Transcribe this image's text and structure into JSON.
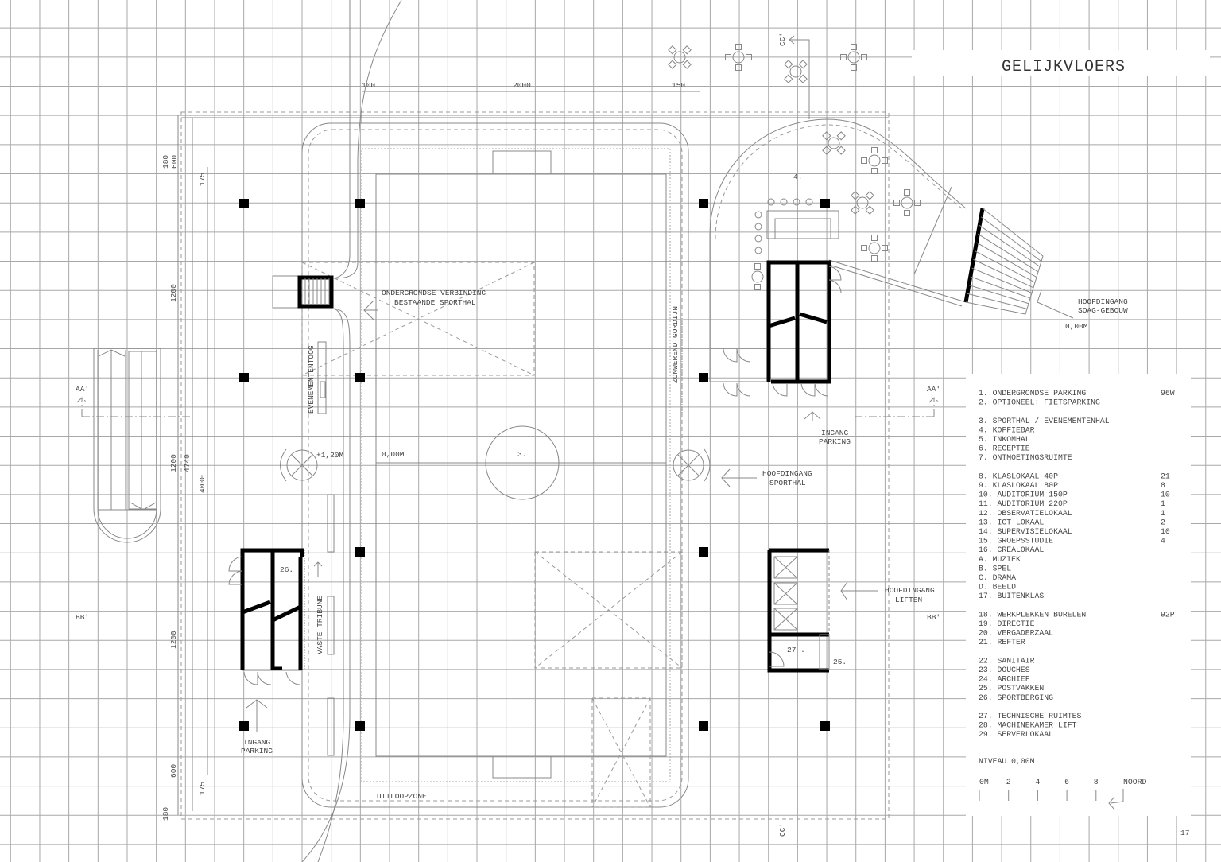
{
  "title": "GELIJKVLOERS",
  "page_number": "17",
  "dimensions": {
    "top": [
      "100",
      "2000",
      "150"
    ],
    "left": [
      "180",
      "600",
      "175",
      "1200",
      "1200",
      "4740",
      "4000",
      "1200",
      "600",
      "175",
      "180"
    ]
  },
  "sections": {
    "aa": "AA'",
    "bb": "BB'",
    "cc": "CC'"
  },
  "room_numbers": {
    "sporthal": "3.",
    "koffiebar": "4.",
    "sportberging": "26.",
    "technisch": "27 .",
    "postvakken": "25."
  },
  "labels": {
    "ondergronds_1": "ONDERGRONDSE VERBINDING",
    "ondergronds_2": "BESTAANDE SPORTHAL",
    "evenemententoog": "EVENEMENTENTOOG",
    "vaste_tribune": "VASTE TRIBUNE",
    "zonwerend_gordijn": "ZONWEREND GORDIJN",
    "uitloopzone": "UITLOOPZONE",
    "level_plus": "+1,20M",
    "level_hall": "0,00M",
    "level_entrance": "0,00M",
    "hoofdingang_sporthal_1": "HOOFDINGANG",
    "hoofdingang_sporthal_2": "SPORTHAL",
    "ingang_parking_1": "INGANG",
    "ingang_parking_2": "PARKING",
    "hoofdingang_soag_1": "HOOFDINGANG",
    "hoofdingang_soag_2": "SOAG-GEBOUW",
    "hoofdingang_liften_1": "HOOFDINGANG",
    "hoofdingang_liften_2": "LIFTEN"
  },
  "legend": {
    "groups": [
      [
        {
          "label": "1. ONDERGRONDSE PARKING",
          "count": "96W"
        },
        {
          "label": "2. OPTIONEEL: FIETSPARKING",
          "count": ""
        }
      ],
      [
        {
          "label": "3. SPORTHAL / EVENEMENTENHAL",
          "count": ""
        },
        {
          "label": "4. KOFFIEBAR",
          "count": ""
        },
        {
          "label": "5. INKOMHAL",
          "count": ""
        },
        {
          "label": "6. RECEPTIE",
          "count": ""
        },
        {
          "label": "7. ONTMOETINGSRUIMTE",
          "count": ""
        }
      ],
      [
        {
          "label": "8. KLASLOKAAL 40P",
          "count": "21"
        },
        {
          "label": "9. KLASLOKAAL 80P",
          "count": "8"
        },
        {
          "label": "10. AUDITORIUM 150P",
          "count": "10"
        },
        {
          "label": "11. AUDITORIUM 220P",
          "count": "1"
        },
        {
          "label": "12. OBSERVATIELOKAAL",
          "count": "1"
        },
        {
          "label": "13. ICT-LOKAAL",
          "count": "2"
        },
        {
          "label": "14. SUPERVISIELOKAAL",
          "count": "10"
        },
        {
          "label": "15. GROEPSSTUDIE",
          "count": "4"
        },
        {
          "label": "16. CREALOKAAL",
          "count": ""
        },
        {
          "label": " A. MUZIEK",
          "count": ""
        },
        {
          "label": " B. SPEL",
          "count": ""
        },
        {
          "label": " C. DRAMA",
          "count": ""
        },
        {
          "label": " D. BEELD",
          "count": ""
        },
        {
          "label": "17. BUITENKLAS",
          "count": ""
        }
      ],
      [
        {
          "label": "18. WERKPLEKKEN BURELEN",
          "count": "92P"
        },
        {
          "label": "19. DIRECTIE",
          "count": ""
        },
        {
          "label": "20. VERGADERZAAL",
          "count": ""
        },
        {
          "label": "21. REFTER",
          "count": ""
        }
      ],
      [
        {
          "label": "22. SANITAIR",
          "count": ""
        },
        {
          "label": "23. DOUCHES",
          "count": ""
        },
        {
          "label": "24. ARCHIEF",
          "count": ""
        },
        {
          "label": "25. POSTVAKKEN",
          "count": ""
        },
        {
          "label": "26. SPORTBERGING",
          "count": ""
        }
      ],
      [
        {
          "label": "27. TECHNISCHE RUIMTES",
          "count": ""
        },
        {
          "label": "28. MACHINEKAMER LIFT",
          "count": ""
        },
        {
          "label": "29. SERVERLOKAAL",
          "count": ""
        }
      ]
    ],
    "level": "NIVEAU 0,00M",
    "scale": [
      "0M",
      "2",
      "4",
      "6",
      "8"
    ],
    "north": "NOORD"
  }
}
